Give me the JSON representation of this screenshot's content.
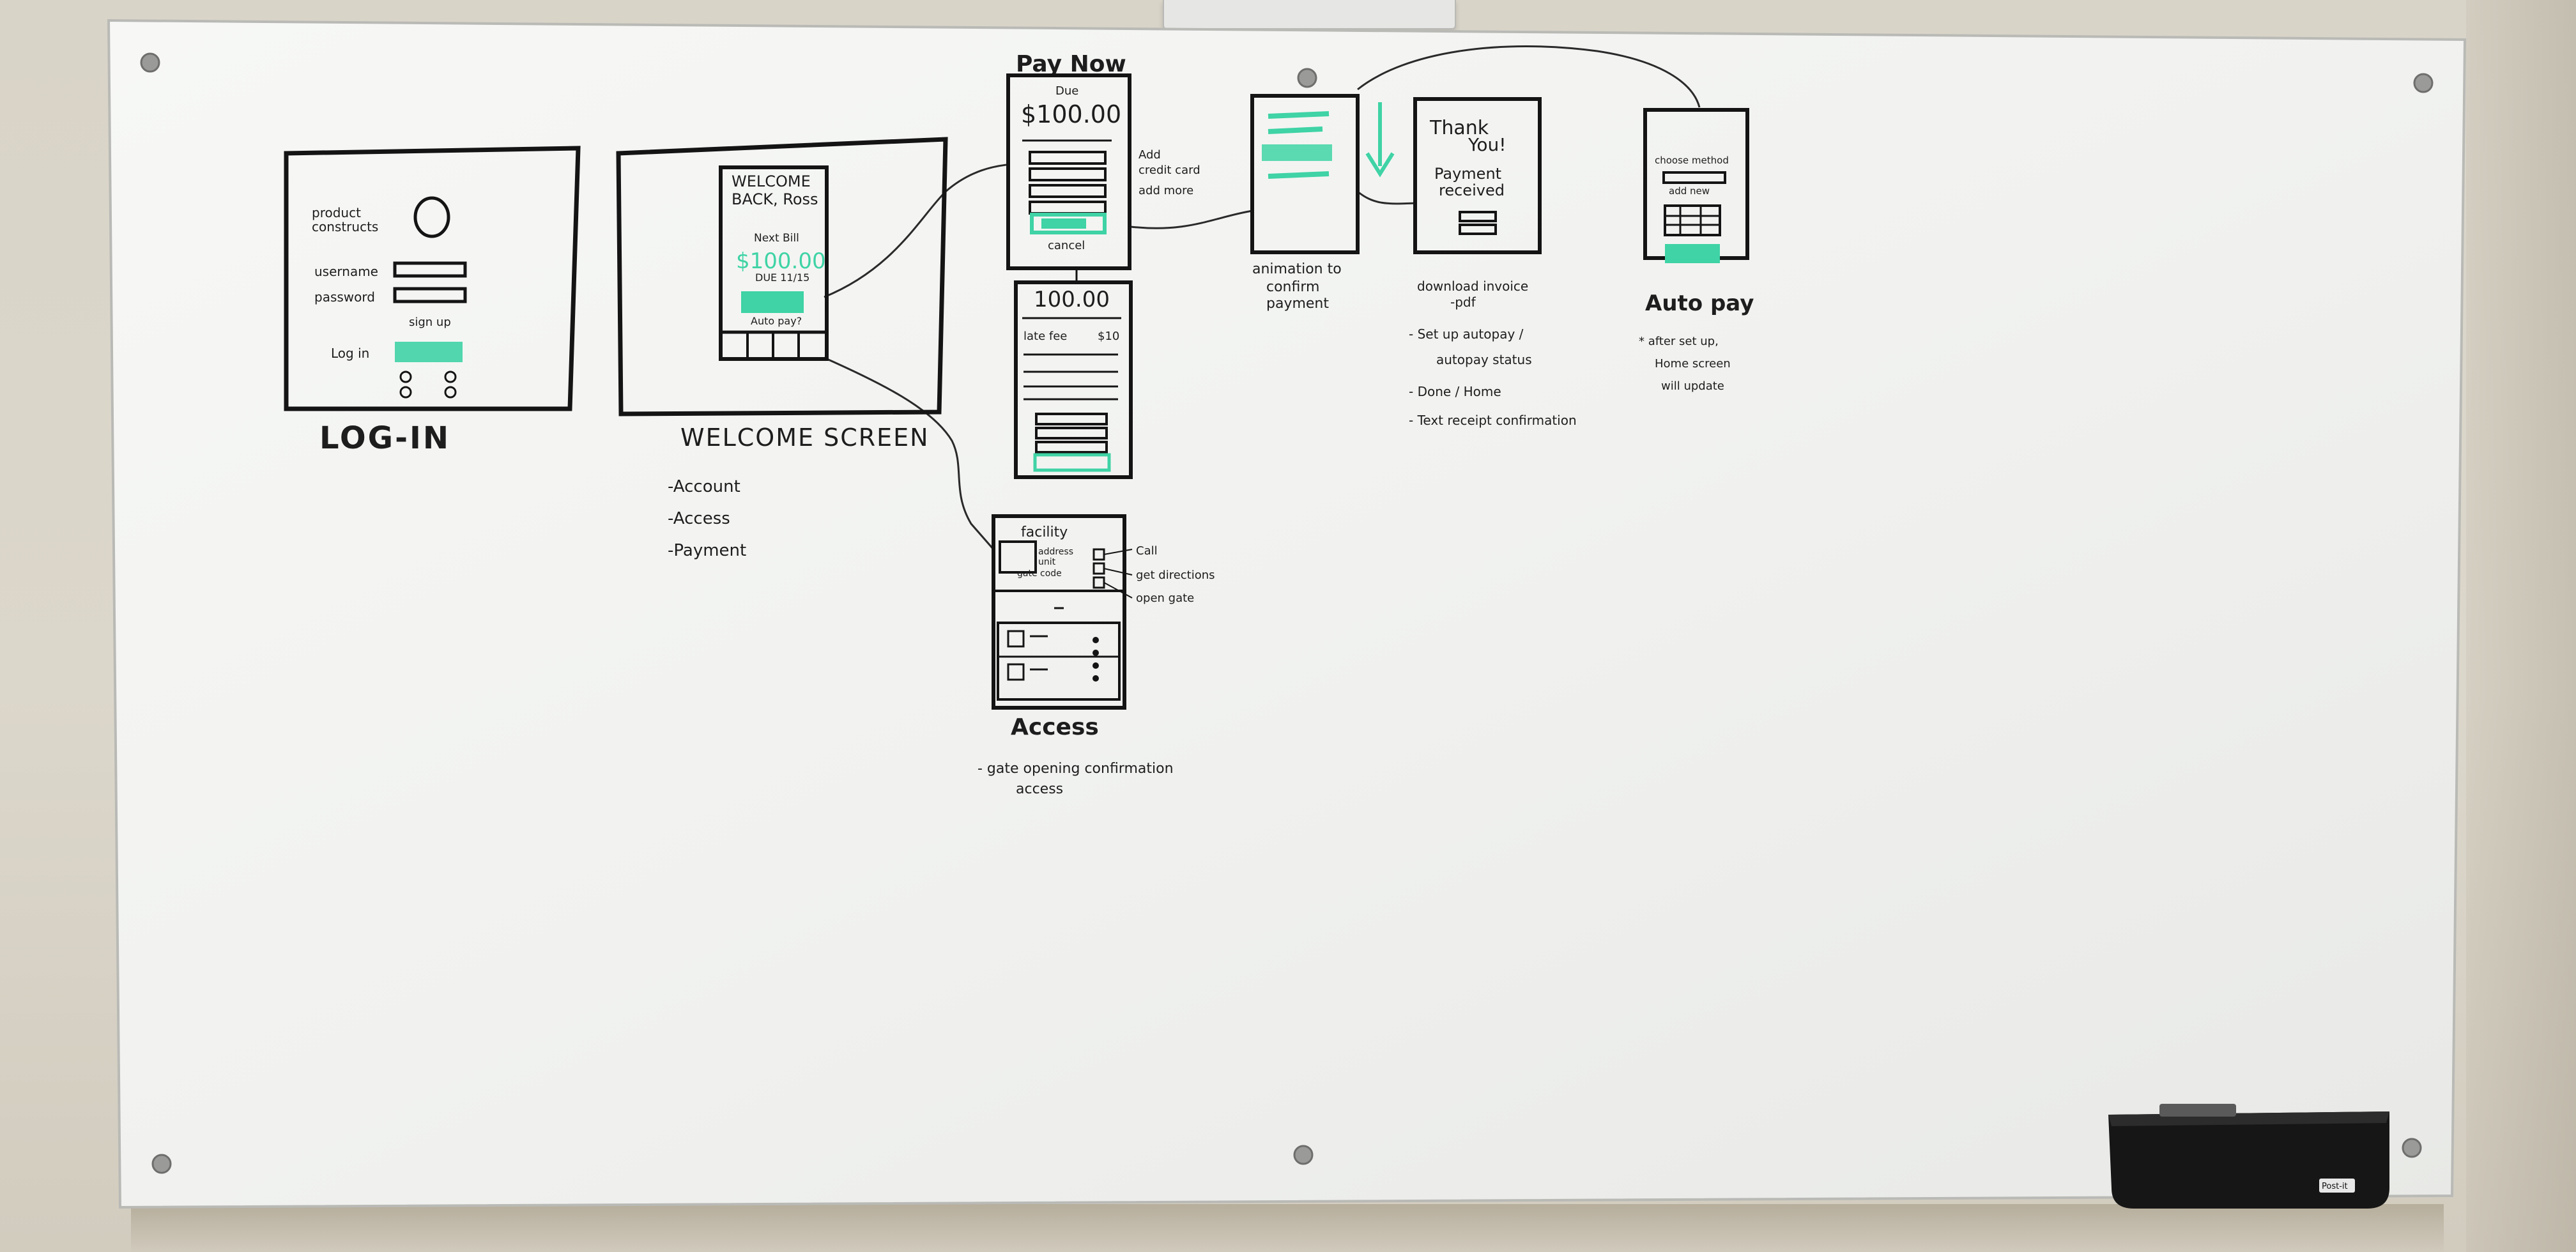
{
  "login": {
    "title": "LOG-IN",
    "field_1": "username",
    "field_2": "password",
    "forgot": "sign up",
    "login_button": "Log in"
  },
  "welcome": {
    "title": "WELCOME SCREEN",
    "notes": [
      "-Account",
      "-Access",
      "-Payment"
    ],
    "phone_heading_1": "WELCOME",
    "phone_heading_2": "BACK, Ross",
    "next_bill": "Next Bill",
    "amount": "$100.00",
    "due": "DUE 11/15",
    "autopay": "Auto pay?"
  },
  "pay_now": {
    "title": "Pay Now",
    "due": "Due",
    "amount": "$100.00",
    "notes": [
      "Add",
      "credit card",
      "add more"
    ],
    "cancel": "cancel",
    "breakdown_amount": "100.00",
    "late_fee": "late fee",
    "late_fee_amount": "$10"
  },
  "animation": {
    "notes": [
      "animation to",
      "confirm",
      "payment"
    ]
  },
  "thank_you": {
    "line_1": "Thank",
    "line_2": "You!",
    "line_3": "Payment",
    "line_4": "received",
    "notes": [
      "download invoice",
      "-pdf",
      "- Set up autopay /",
      "autopay status",
      "- Done / Home",
      "- Text receipt confirmation"
    ]
  },
  "autopay": {
    "title": "Auto pay",
    "phone_line_1": "choose method",
    "phone_line_2": "add new",
    "notes": [
      "* after set up,",
      "Home screen",
      "will update"
    ]
  },
  "access": {
    "title": "Access",
    "phone_heading": "facility",
    "phone_line_1": "address",
    "phone_line_2": "unit",
    "phone_line_3": "gate code",
    "side_notes": [
      "Call",
      "get directions",
      "open gate"
    ],
    "notes": [
      "- gate opening confirmation",
      "access"
    ]
  },
  "tray": {
    "brand": "Post-it"
  },
  "colors": {
    "marker_black": "#1d1d1d",
    "marker_green": "#3fd3a5",
    "board_white": "#f3f4f2",
    "wall": "#d9d4c8"
  }
}
